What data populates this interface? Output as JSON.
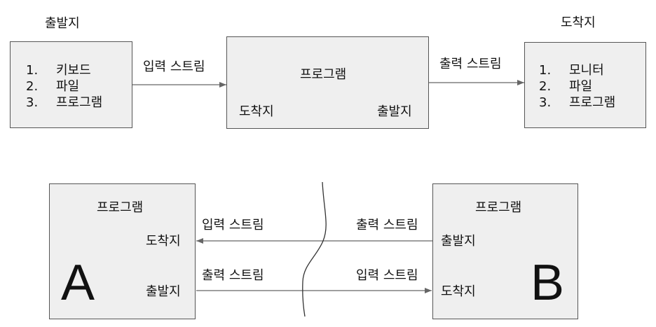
{
  "top": {
    "source_title": "출발지",
    "source_items": [
      {
        "num": "1.",
        "label": "키보드"
      },
      {
        "num": "2.",
        "label": "파일"
      },
      {
        "num": "3.",
        "label": "프로그램"
      }
    ],
    "input_stream_label": "입력 스트림",
    "program_title": "프로그램",
    "program_destination": "도착지",
    "program_source": "출발지",
    "output_stream_label": "출력 스트림",
    "destination_title": "도착지",
    "destination_items": [
      {
        "num": "1.",
        "label": "모니터"
      },
      {
        "num": "2.",
        "label": "파일"
      },
      {
        "num": "3.",
        "label": "프로그램"
      }
    ]
  },
  "bottom": {
    "program_a": {
      "title": "프로그램",
      "letter": "A",
      "destination": "도착지",
      "source": "출발지"
    },
    "program_b": {
      "title": "프로그램",
      "letter": "B",
      "source": "출발지",
      "destination": "도착지"
    },
    "left_input_stream": "입력 스트림",
    "left_output_stream": "출력 스트림",
    "right_output_stream": "출력 스트림",
    "right_input_stream": "입력 스트림"
  },
  "colors": {
    "box_fill": "#efefef",
    "box_border": "#555555",
    "arrow": "#666666"
  }
}
